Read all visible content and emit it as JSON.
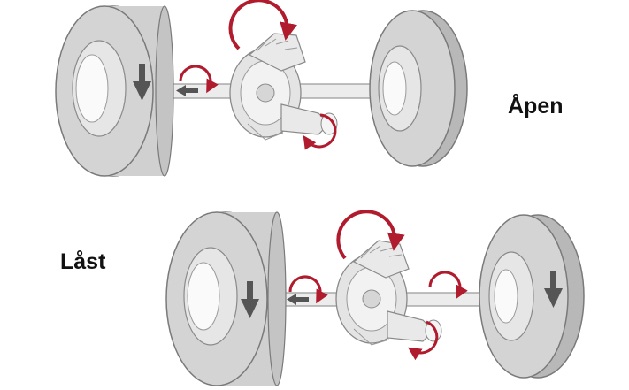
{
  "labels": {
    "open": "Åpen",
    "locked": "Låst"
  },
  "colors": {
    "tire": "#d2d2d2",
    "tire_shadow": "#b5b5b5",
    "rim": "#f2f2f2",
    "outline": "#7a7a7a",
    "axle": "#ececec",
    "gear": "#e4e4e4",
    "push_arrow": "#555555",
    "rotation_arrow": "#b01c2e"
  },
  "icons": {
    "rotation": "curved-arrow",
    "push": "straight-arrow"
  }
}
